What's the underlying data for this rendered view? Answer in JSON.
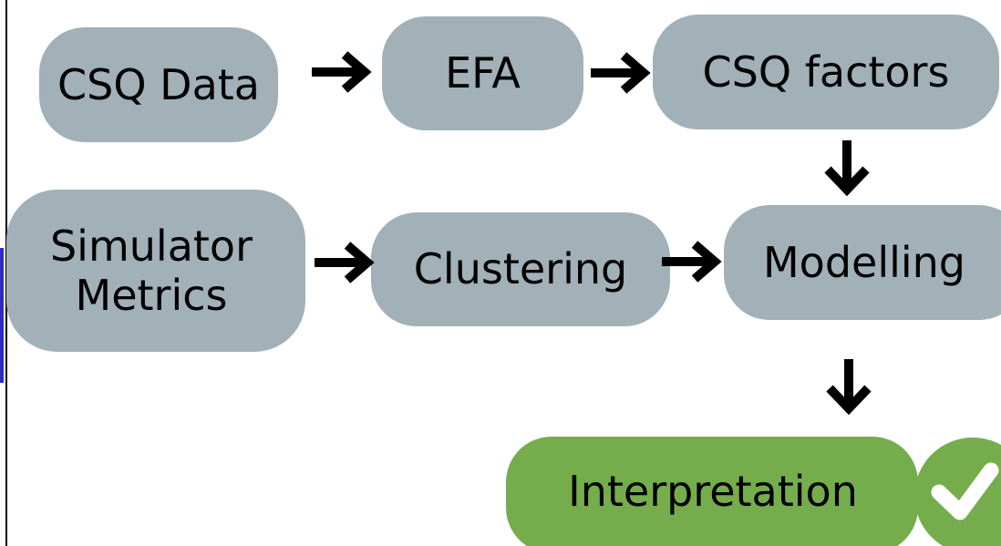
{
  "colors": {
    "process_box": "#a2b0b8",
    "final_box": "#75ad4c",
    "arrow": "#000000",
    "checkmark": "#ffffff"
  },
  "nodes": {
    "csq_data": "CSQ Data",
    "efa": "EFA",
    "csq_factors": "CSQ factors",
    "simulator_metrics": [
      "Simulator",
      "Metrics"
    ],
    "clustering": "Clustering",
    "modelling": "Modelling",
    "interpretation": "Interpretation"
  },
  "icons": {
    "arrows": [
      "arrow-right-icon",
      "arrow-right-icon",
      "arrow-down-icon",
      "arrow-right-icon",
      "arrow-right-icon",
      "arrow-down-icon"
    ],
    "status": "checkmark-icon"
  }
}
